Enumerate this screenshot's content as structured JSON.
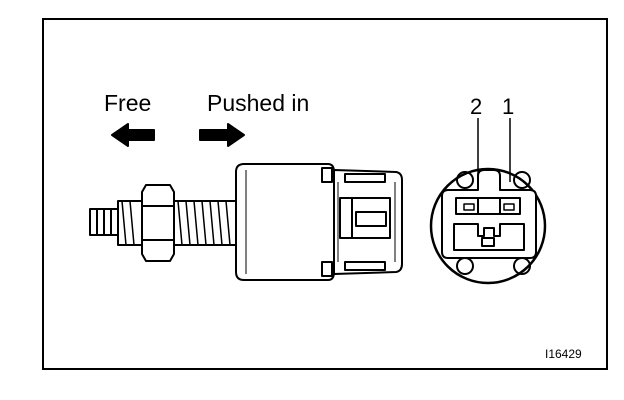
{
  "labels": {
    "free": "Free",
    "pushed_in": "Pushed in",
    "pin_2": "2",
    "pin_1": "1",
    "figure_code": "I16429"
  },
  "colors": {
    "line": "#000000",
    "background": "#ffffff"
  },
  "icons": {
    "left_arrow": "left-arrow-icon",
    "right_arrow": "right-arrow-icon"
  }
}
